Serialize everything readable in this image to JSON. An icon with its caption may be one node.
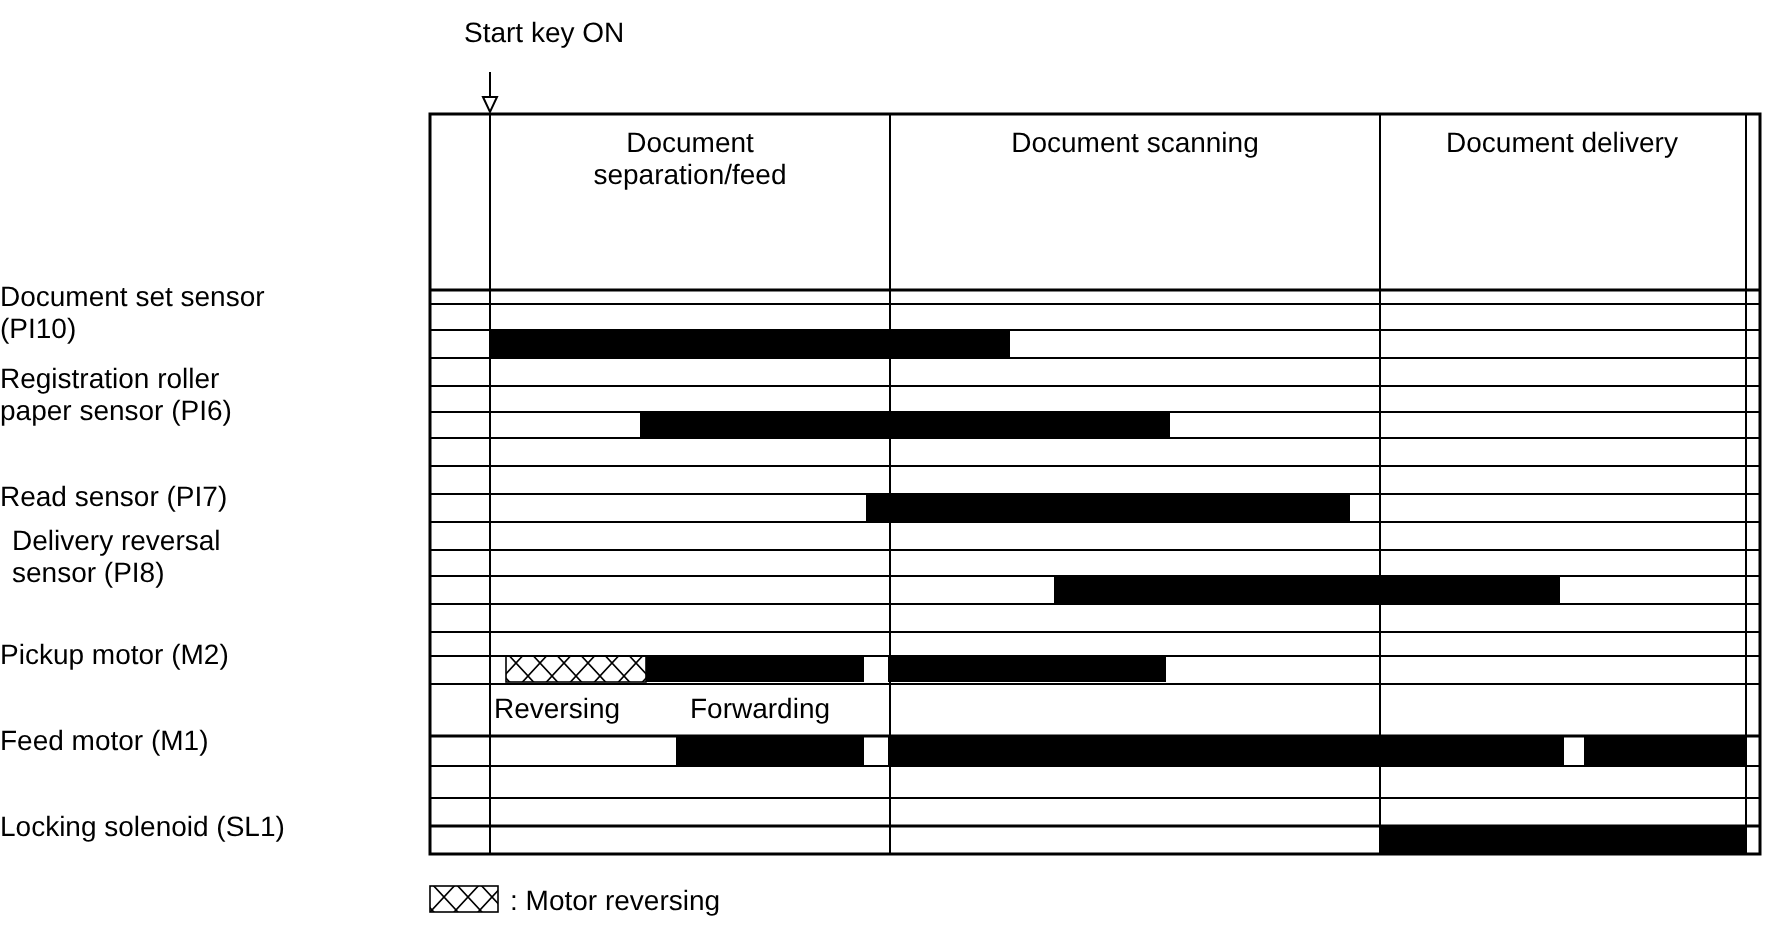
{
  "diagram": {
    "labels": [
      "Start key ON",
      "Document separation/feed",
      "Document scanning",
      "Document delivery",
      "Document set sensor (PI10)",
      "Registration roller paper sensor (PI6)",
      "Read sensor (PI7)",
      "Delivery reversal sensor (PI8)",
      "Pickup motor (M2)",
      "Feed motor (M1)",
      "Locking solenoid (SL1)",
      "Reversing",
      "Forwarding"
    ],
    "legend": [
      {
        "text": ": Motor reversing"
      }
    ]
  }
}
